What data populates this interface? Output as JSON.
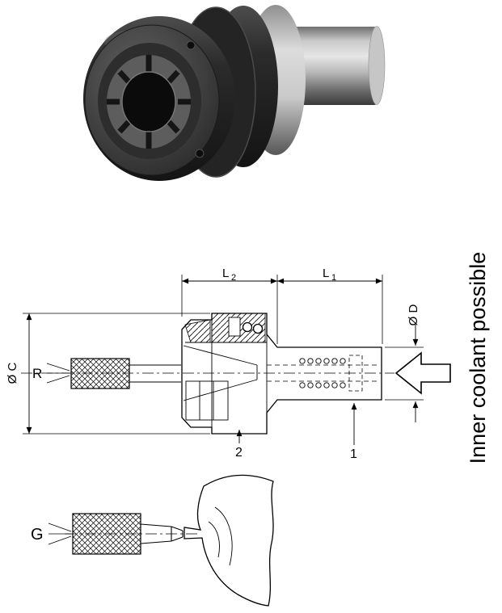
{
  "colors": {
    "line": "#000000",
    "background": "#ffffff"
  },
  "dimensions": {
    "l2_base": "L",
    "l2_sub": "2",
    "l1_base": "L",
    "l1_sub": "1",
    "dia_d": "Ø D",
    "dia_c": "Ø C",
    "r_label": "R",
    "g_label": "G"
  },
  "callouts": {
    "item1": "1",
    "item2": "2"
  },
  "notes": {
    "coolant": "Inner coolant possible"
  }
}
